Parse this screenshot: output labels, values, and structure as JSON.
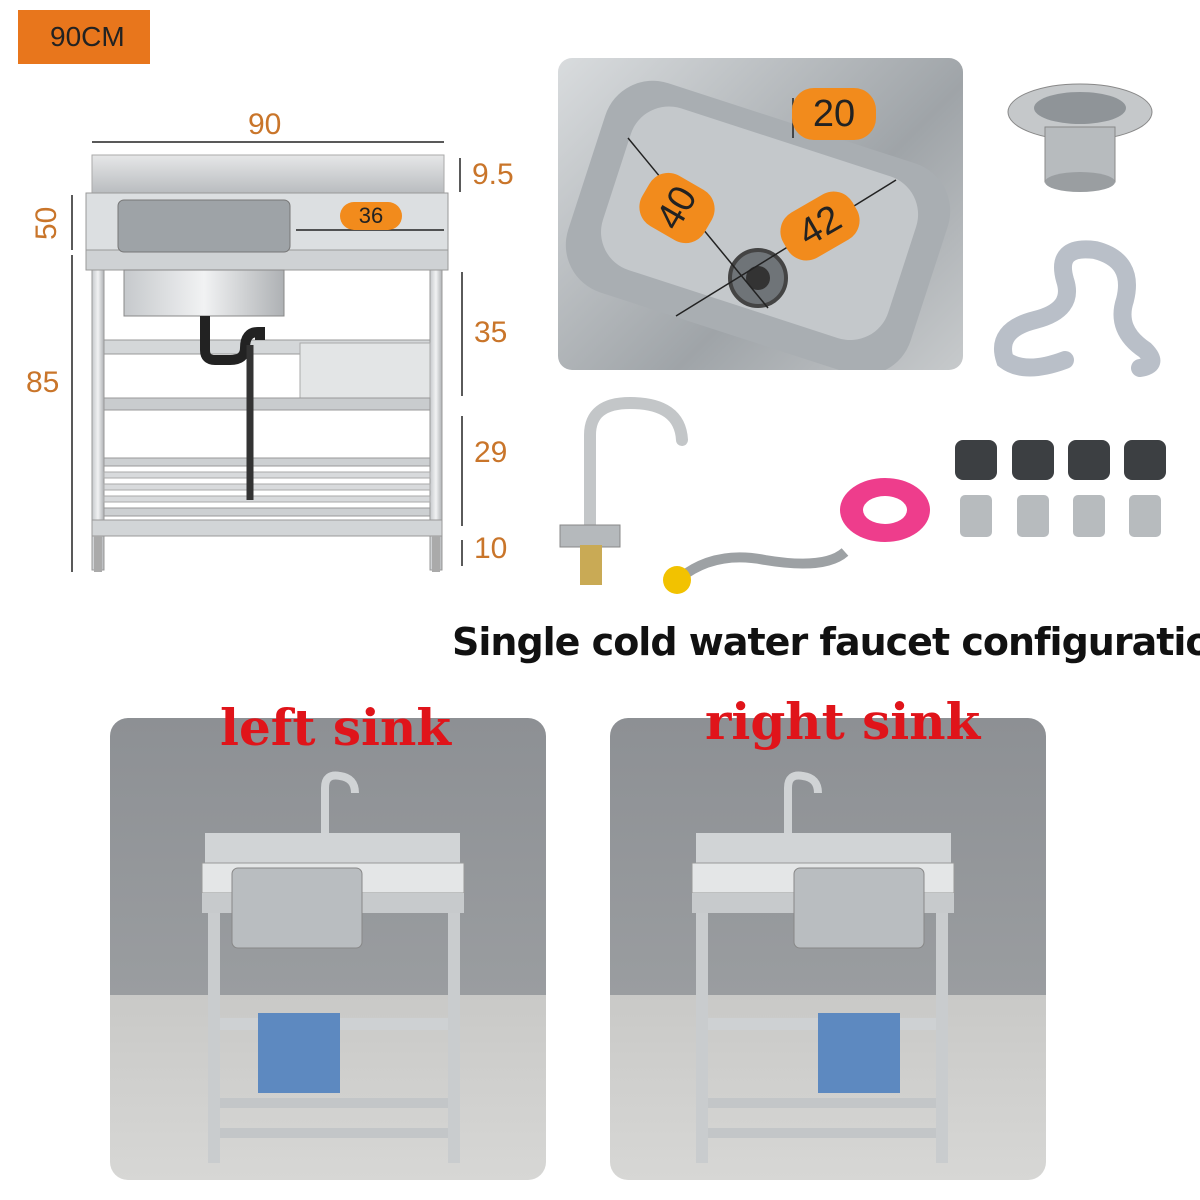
{
  "badge": {
    "label": "90CM"
  },
  "diagram": {
    "width_label": "90",
    "depth_label": "50",
    "height_label": "85",
    "backsplash_label": "9.5",
    "counter_label": "36",
    "upper_gap_label": "35",
    "lower_gap_label": "29",
    "foot_label": "10"
  },
  "basin_detail": {
    "depth_label": "20",
    "width_label": "40",
    "length_label": "42"
  },
  "caption": "Single cold water  faucet configuration",
  "variants": {
    "left": "left sink",
    "right": "right sink"
  },
  "colors": {
    "accent_orange": "#f28b1c",
    "dimension_text": "#c9752a",
    "label_red": "#e0141a"
  }
}
